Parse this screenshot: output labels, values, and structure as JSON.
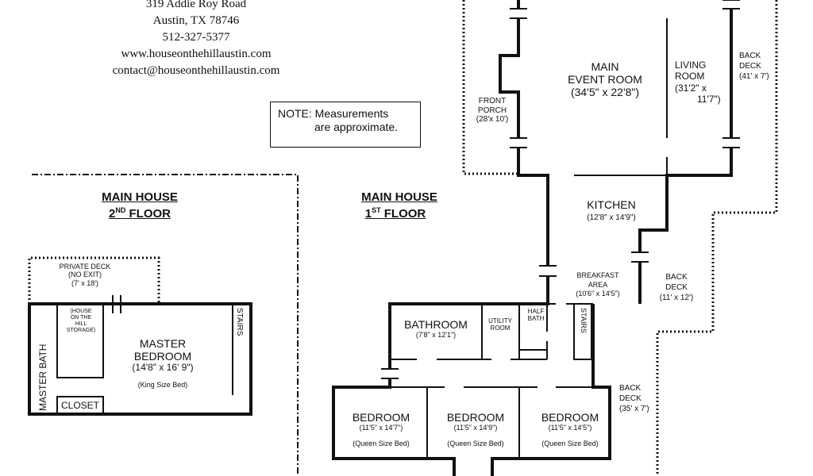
{
  "contact": {
    "address1": "319 Addie Roy Road",
    "address2": "Austin, TX 78746",
    "phone": "512-327-5377",
    "website": "www.houseonthehillaustin.com",
    "email": "contact@houseonthehillaustin.com"
  },
  "note": {
    "line1": "NOTE: Measurements",
    "line2": "are approximate."
  },
  "second_floor": {
    "title_line1": "MAIN HOUSE",
    "title_line2_num": "2",
    "title_line2_sup": "ND",
    "title_line2_rest": " FLOOR",
    "private_deck": {
      "name1": "PRIVATE DECK",
      "name2": "(NO EXIT)",
      "size": "(7' x 18')"
    },
    "storage": {
      "line1": "(HOUSE",
      "line2": "ON THE",
      "line3": "HILL",
      "line4": "STORAGE)"
    },
    "master_bedroom": {
      "name1": "MASTER",
      "name2": "BEDROOM",
      "size": "(14'8\" x 16' 9\")",
      "bed": "(King Size Bed)"
    },
    "master_bath": "MASTER BATH",
    "closet": "CLOSET",
    "stairs": "STAIRS"
  },
  "first_floor": {
    "title_line1": "MAIN HOUSE",
    "title_line2_num": "1",
    "title_line2_sup": "ST",
    "title_line2_rest": " FLOOR",
    "front_porch": {
      "name1": "FRONT",
      "name2": "PORCH",
      "size": "(28'x 10')"
    },
    "main_event_room": {
      "name1": "MAIN",
      "name2": "EVENT ROOM",
      "size": "(34'5\" x 22'8\")"
    },
    "living_room": {
      "name1": "LIVING",
      "name2": "ROOM",
      "size1": "(31'2\" x",
      "size2": "11'7\")"
    },
    "back_deck_top": {
      "name1": "BACK",
      "name2": "DECK",
      "size": "(41' x 7')"
    },
    "kitchen": {
      "name": "KITCHEN",
      "size": "(12'8\" x 14'9\")"
    },
    "breakfast_area": {
      "name1": "BREAKFAST",
      "name2": "AREA",
      "size": "(10'6\" x 14'5\")"
    },
    "back_deck_mid": {
      "name1": "BACK",
      "name2": "DECK",
      "size": "(11' x 12')"
    },
    "bathroom": {
      "name": "BATHROOM",
      "size": "(7'8\" x 12'1\")"
    },
    "utility_room": {
      "name1": "UTILITY",
      "name2": "ROOM"
    },
    "half_bath": {
      "name1": "HALF",
      "name2": "BATH"
    },
    "stairs": "STAIRS",
    "back_deck_low": {
      "name1": "BACK",
      "name2": "DECK",
      "size": "(35' x 7')"
    },
    "bedrooms": [
      {
        "name": "BEDROOM",
        "size": "(11'5\" x 14'7\")",
        "bed": "(Queen Size Bed)"
      },
      {
        "name": "BEDROOM",
        "size": "(11'5\" x 14'9\")",
        "bed": "(Queen Size Bed)"
      },
      {
        "name": "BEDROOM",
        "size": "(11'5\" x 14'5\")",
        "bed": "(Queen Size Bed)"
      }
    ]
  }
}
